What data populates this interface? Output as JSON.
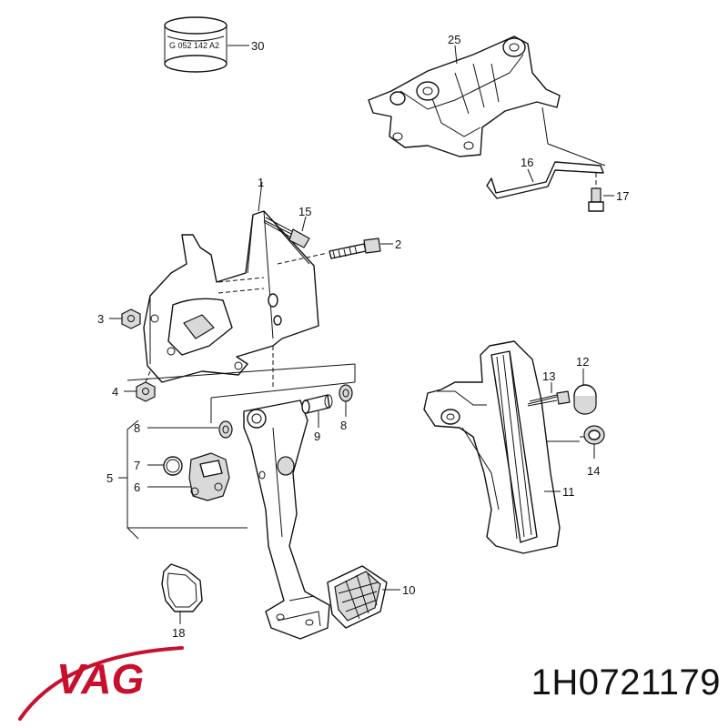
{
  "brand": {
    "logo_text": "VAG",
    "logo_color": "#c8102e"
  },
  "part_number": "1H0721179",
  "ring_stamp": "G 052 142 A2",
  "callouts": {
    "c1": "1",
    "c2": "2",
    "c3": "3",
    "c4": "4",
    "c5": "5",
    "c6": "6",
    "c7": "7",
    "c8a": "8",
    "c8b": "8",
    "c9": "9",
    "c10": "10",
    "c11": "11",
    "c12": "12",
    "c13": "13",
    "c14": "14",
    "c15": "15",
    "c16": "16",
    "c17": "17",
    "c18": "18",
    "c25": "25",
    "c30": "30"
  }
}
